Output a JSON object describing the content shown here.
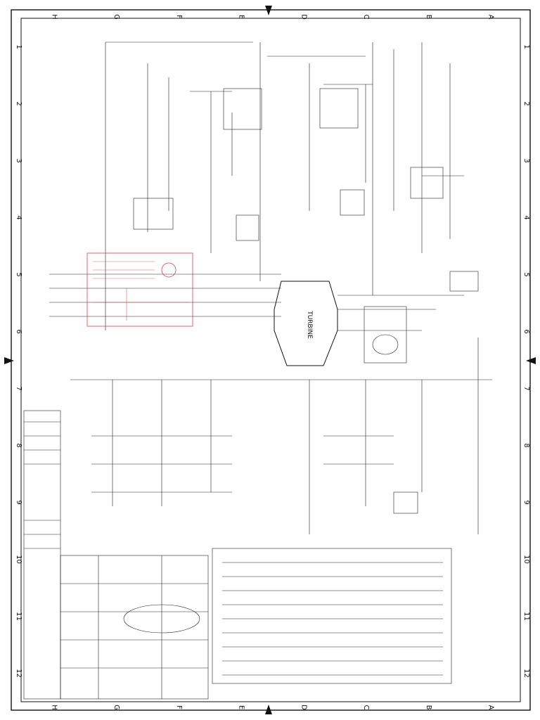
{
  "frame": {
    "columns": [
      "H",
      "G",
      "F",
      "E",
      "D",
      "C",
      "B",
      "A"
    ],
    "rows": [
      "1",
      "2",
      "3",
      "4",
      "5",
      "6",
      "7",
      "8",
      "9",
      "10",
      "11",
      "12"
    ]
  },
  "labels": {
    "turbine": "TURBINE"
  },
  "colors": {
    "linework": "#111111",
    "stamp": "#e0303a",
    "paper": "#ffffff"
  }
}
